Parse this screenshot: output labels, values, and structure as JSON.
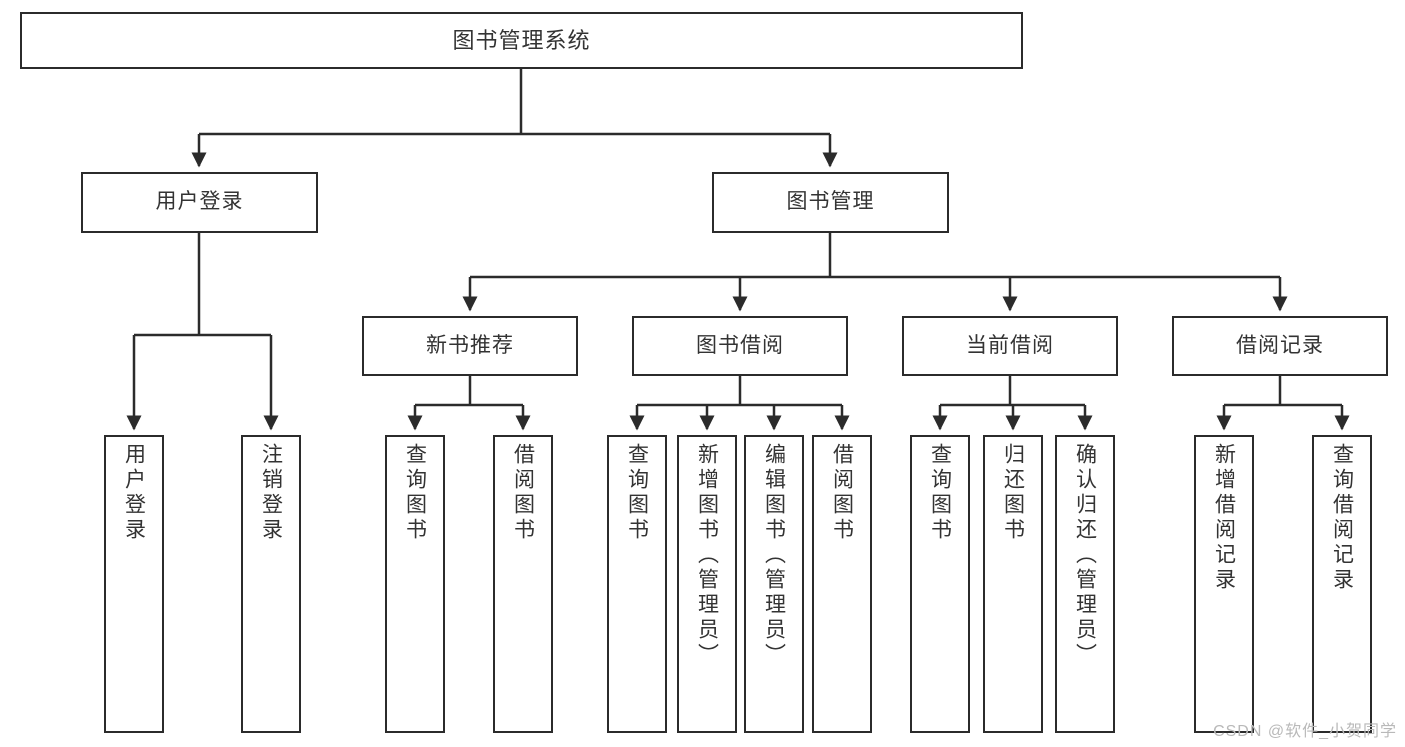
{
  "diagram": {
    "title": "图书管理系统",
    "type": "tree-hierarchy-chart",
    "watermark": "CSDN @软件_小贺同学",
    "colors": {
      "stroke": "#2b2b2b",
      "text": "#333333",
      "background": "#ffffff",
      "watermark": "#b9b9b9"
    },
    "nodes": {
      "root": {
        "label": "图书管理系统"
      },
      "level2": [
        {
          "label": "用户登录"
        },
        {
          "label": "图书管理"
        }
      ],
      "level3": [
        {
          "label": "新书推荐"
        },
        {
          "label": "图书借阅"
        },
        {
          "label": "当前借阅"
        },
        {
          "label": "借阅记录"
        }
      ],
      "leaves": {
        "user_login": [
          {
            "label": "用户登录"
          },
          {
            "label": "注销登录"
          }
        ],
        "new_book": [
          {
            "label": "查询图书"
          },
          {
            "label": "借阅图书"
          }
        ],
        "book_borrow": [
          {
            "label": "查询图书"
          },
          {
            "label": "新增图书（管理员）"
          },
          {
            "label": "编辑图书（管理员）"
          },
          {
            "label": "借阅图书"
          }
        ],
        "current_borrow": [
          {
            "label": "查询图书"
          },
          {
            "label": "归还图书"
          },
          {
            "label": "确认归还（管理员）"
          }
        ],
        "borrow_record": [
          {
            "label": "新增借阅记录"
          },
          {
            "label": "查询借阅记录"
          }
        ]
      }
    }
  }
}
